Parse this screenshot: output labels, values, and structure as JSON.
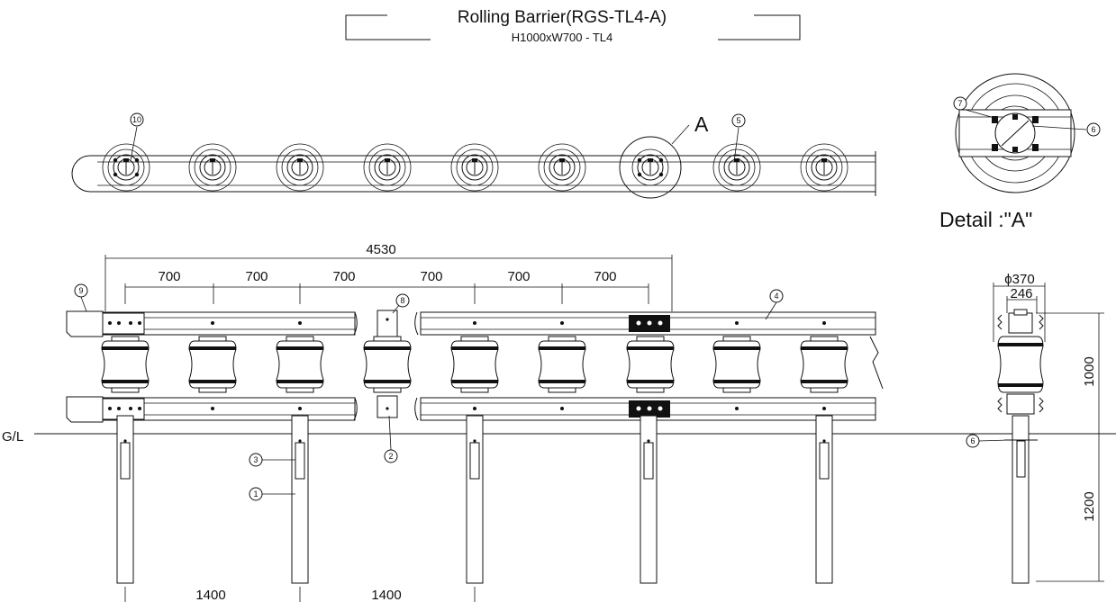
{
  "title": "Rolling Barrier(RGS-TL4-A)",
  "subtitle": "H1000xW700 - TL4",
  "detail_marker": "A",
  "detail_label": "Detail :\"A\"",
  "ground_label": "G/L",
  "dimensions": {
    "overall_length": "4530",
    "roller_spacing": [
      "700",
      "700",
      "700",
      "700",
      "700",
      "700"
    ],
    "post_spacing": [
      "1400",
      "1400"
    ],
    "roller_diameter": "ϕ370",
    "inner_width": "246",
    "height_above_ground": "1000",
    "post_embedment": "1200"
  },
  "callouts": {
    "c1": "1",
    "c2": "2",
    "c3": "3",
    "c4": "4",
    "c5": "5",
    "c6": "6",
    "c7": "7",
    "c8": "8",
    "c9": "9",
    "c10": "10"
  }
}
